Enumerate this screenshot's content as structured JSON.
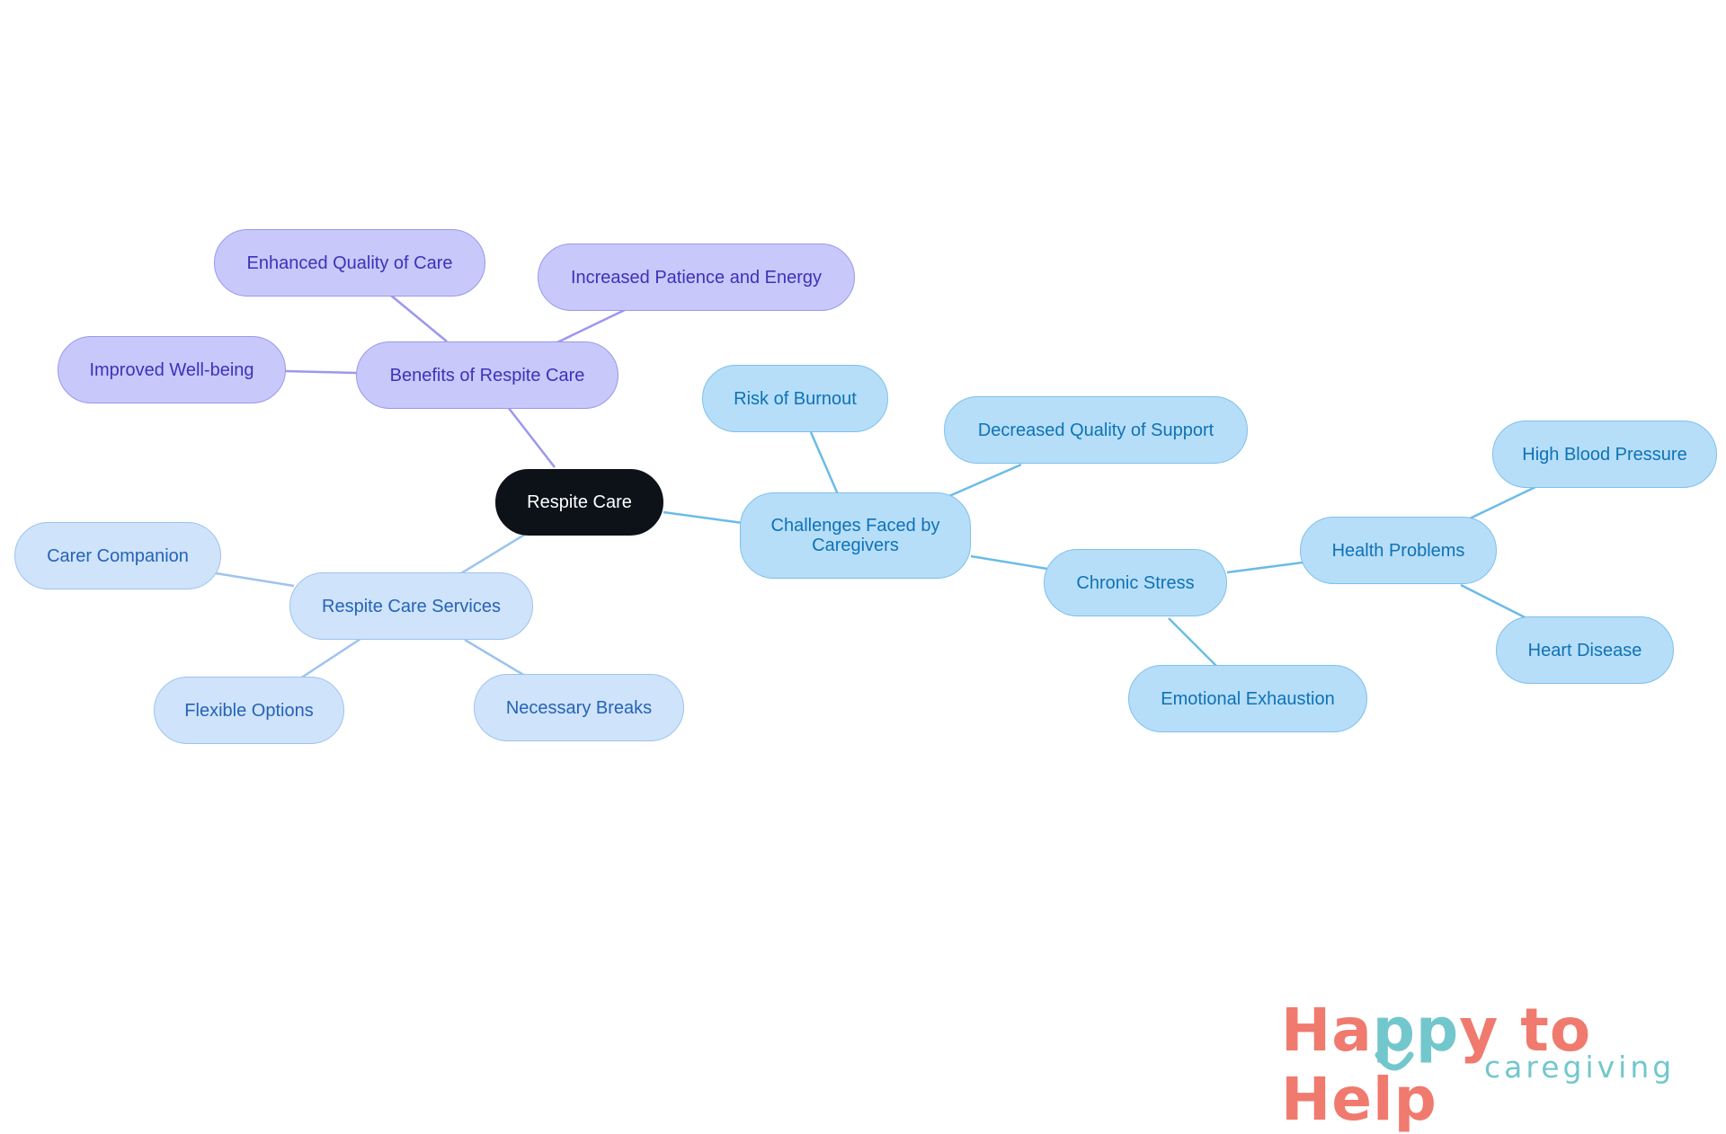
{
  "diagram": {
    "root": {
      "label": "Respite Care"
    },
    "branches": {
      "benefits": {
        "label": "Benefits of Respite Care",
        "children": [
          "Enhanced Quality of Care",
          "Increased Patience and Energy",
          "Improved Well-being"
        ]
      },
      "services": {
        "label": "Respite Care Services",
        "children": [
          "Carer Companion",
          "Flexible Options",
          "Necessary Breaks"
        ]
      },
      "challenges": {
        "label_line1": "Challenges Faced by",
        "label_line2": "Caregivers",
        "children": {
          "risk_of_burnout": "Risk of Burnout",
          "decreased_quality": "Decreased Quality of Support",
          "chronic_stress": {
            "label": "Chronic Stress",
            "emotional_exhaustion": "Emotional Exhaustion",
            "health_problems": {
              "label": "Health Problems",
              "children": [
                "High Blood Pressure",
                "Heart Disease"
              ]
            }
          }
        }
      }
    },
    "colors": {
      "root": "#0d1219",
      "benefits": "#c8c8fb",
      "benefits_edge": "#9a98ee",
      "services": "#cfe3fb",
      "services_edge": "#9ec3ee",
      "challenges": "#b6def9",
      "challenges_edge": "#6bbbe8"
    }
  },
  "logo": {
    "brand_part1": "Ha",
    "brand_part2": "pp",
    "brand_part3": "y to Help",
    "sub": "caregiving"
  }
}
